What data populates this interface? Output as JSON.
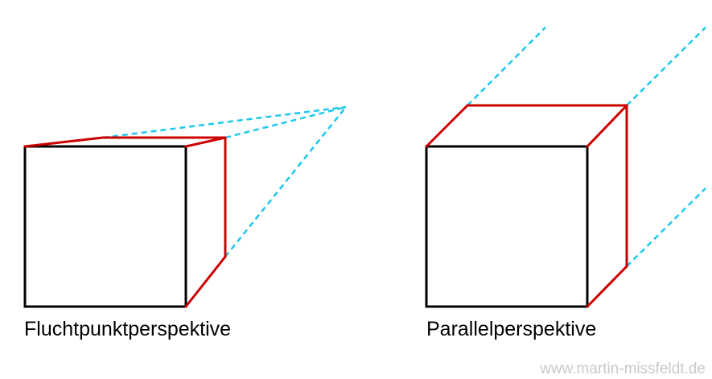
{
  "captions": {
    "left": "Fluchtpunktperspektive",
    "right": "Parallelperspektive"
  },
  "watermark": "www.martin-missfeldt.de",
  "colors": {
    "front_edges": "#000000",
    "receding_edges": "#cc0000",
    "construction_lines": "#1ec8ef",
    "watermark": "#c9c9c9"
  }
}
